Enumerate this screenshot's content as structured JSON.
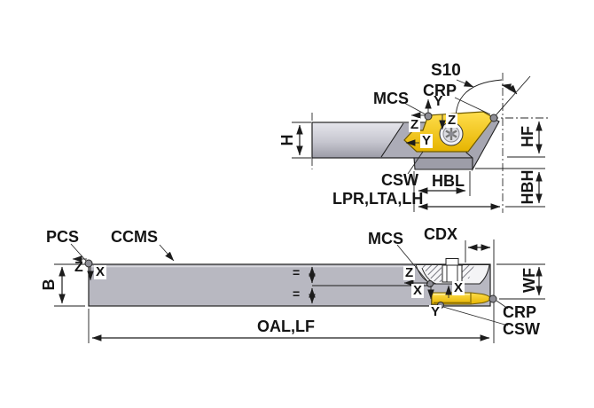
{
  "drawing": {
    "type": "technical dimension drawing",
    "subject": "lathe back-turning tool holder with indexable insert, side view and top view",
    "colors": {
      "insert": "#F0C419",
      "shank": "#B8B8C1",
      "reference_dot": "#8E8E96",
      "line": "#1C1C1C",
      "background": "#FFFFFF"
    }
  },
  "side_view": {
    "labels": {
      "s10": "S10",
      "crp": "CRP",
      "mcs": "MCS",
      "axis_y_mcs": "Y",
      "axis_z_mcs": "Z",
      "axis_z_crp": "Z",
      "axis_y_crp": "Y",
      "csw": "CSW",
      "hbl": "HBL",
      "lpr": "LPR,LTA,LH",
      "h": "H",
      "hf": "HF",
      "hbh": "HBH"
    }
  },
  "top_view": {
    "labels": {
      "pcs": "PCS",
      "ccms": "CCMS",
      "mcs": "MCS",
      "cdx": "CDX",
      "b": "B",
      "axis_z_pcs": "Z",
      "axis_x_pcs": "X",
      "axis_z_mcs": "Z",
      "axis_x_mcs": "X",
      "axis_x_cdx": "X",
      "axis_y_csw": "Y",
      "eq_top": "=",
      "eq_bottom": "=",
      "wf": "WF",
      "crp": "CRP",
      "csw": "CSW",
      "oal": "OAL,LF"
    }
  }
}
